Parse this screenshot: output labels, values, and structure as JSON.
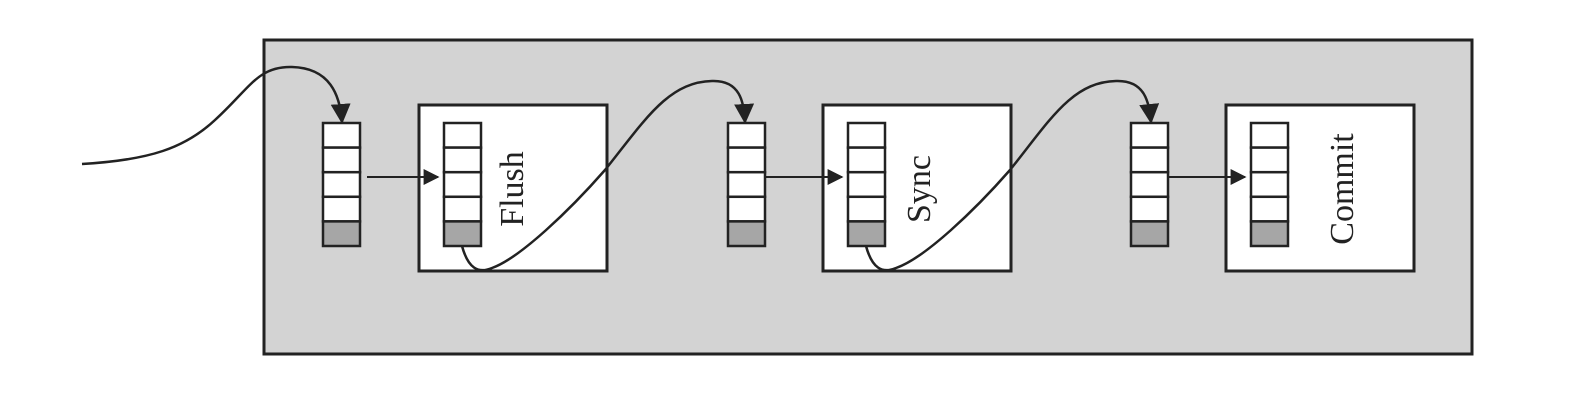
{
  "colors": {
    "background": "#ffffff",
    "panel_fill": "#d3d3d3",
    "stage_box_fill": "#ffffff",
    "stroke": "#222222",
    "queue_slot_fill": "#ffffff",
    "queue_tail_fill": "#a6a6a6"
  },
  "stages": [
    {
      "label": "Flush"
    },
    {
      "label": "Sync"
    },
    {
      "label": "Commit"
    }
  ],
  "queue_slots_per_queue": 5
}
